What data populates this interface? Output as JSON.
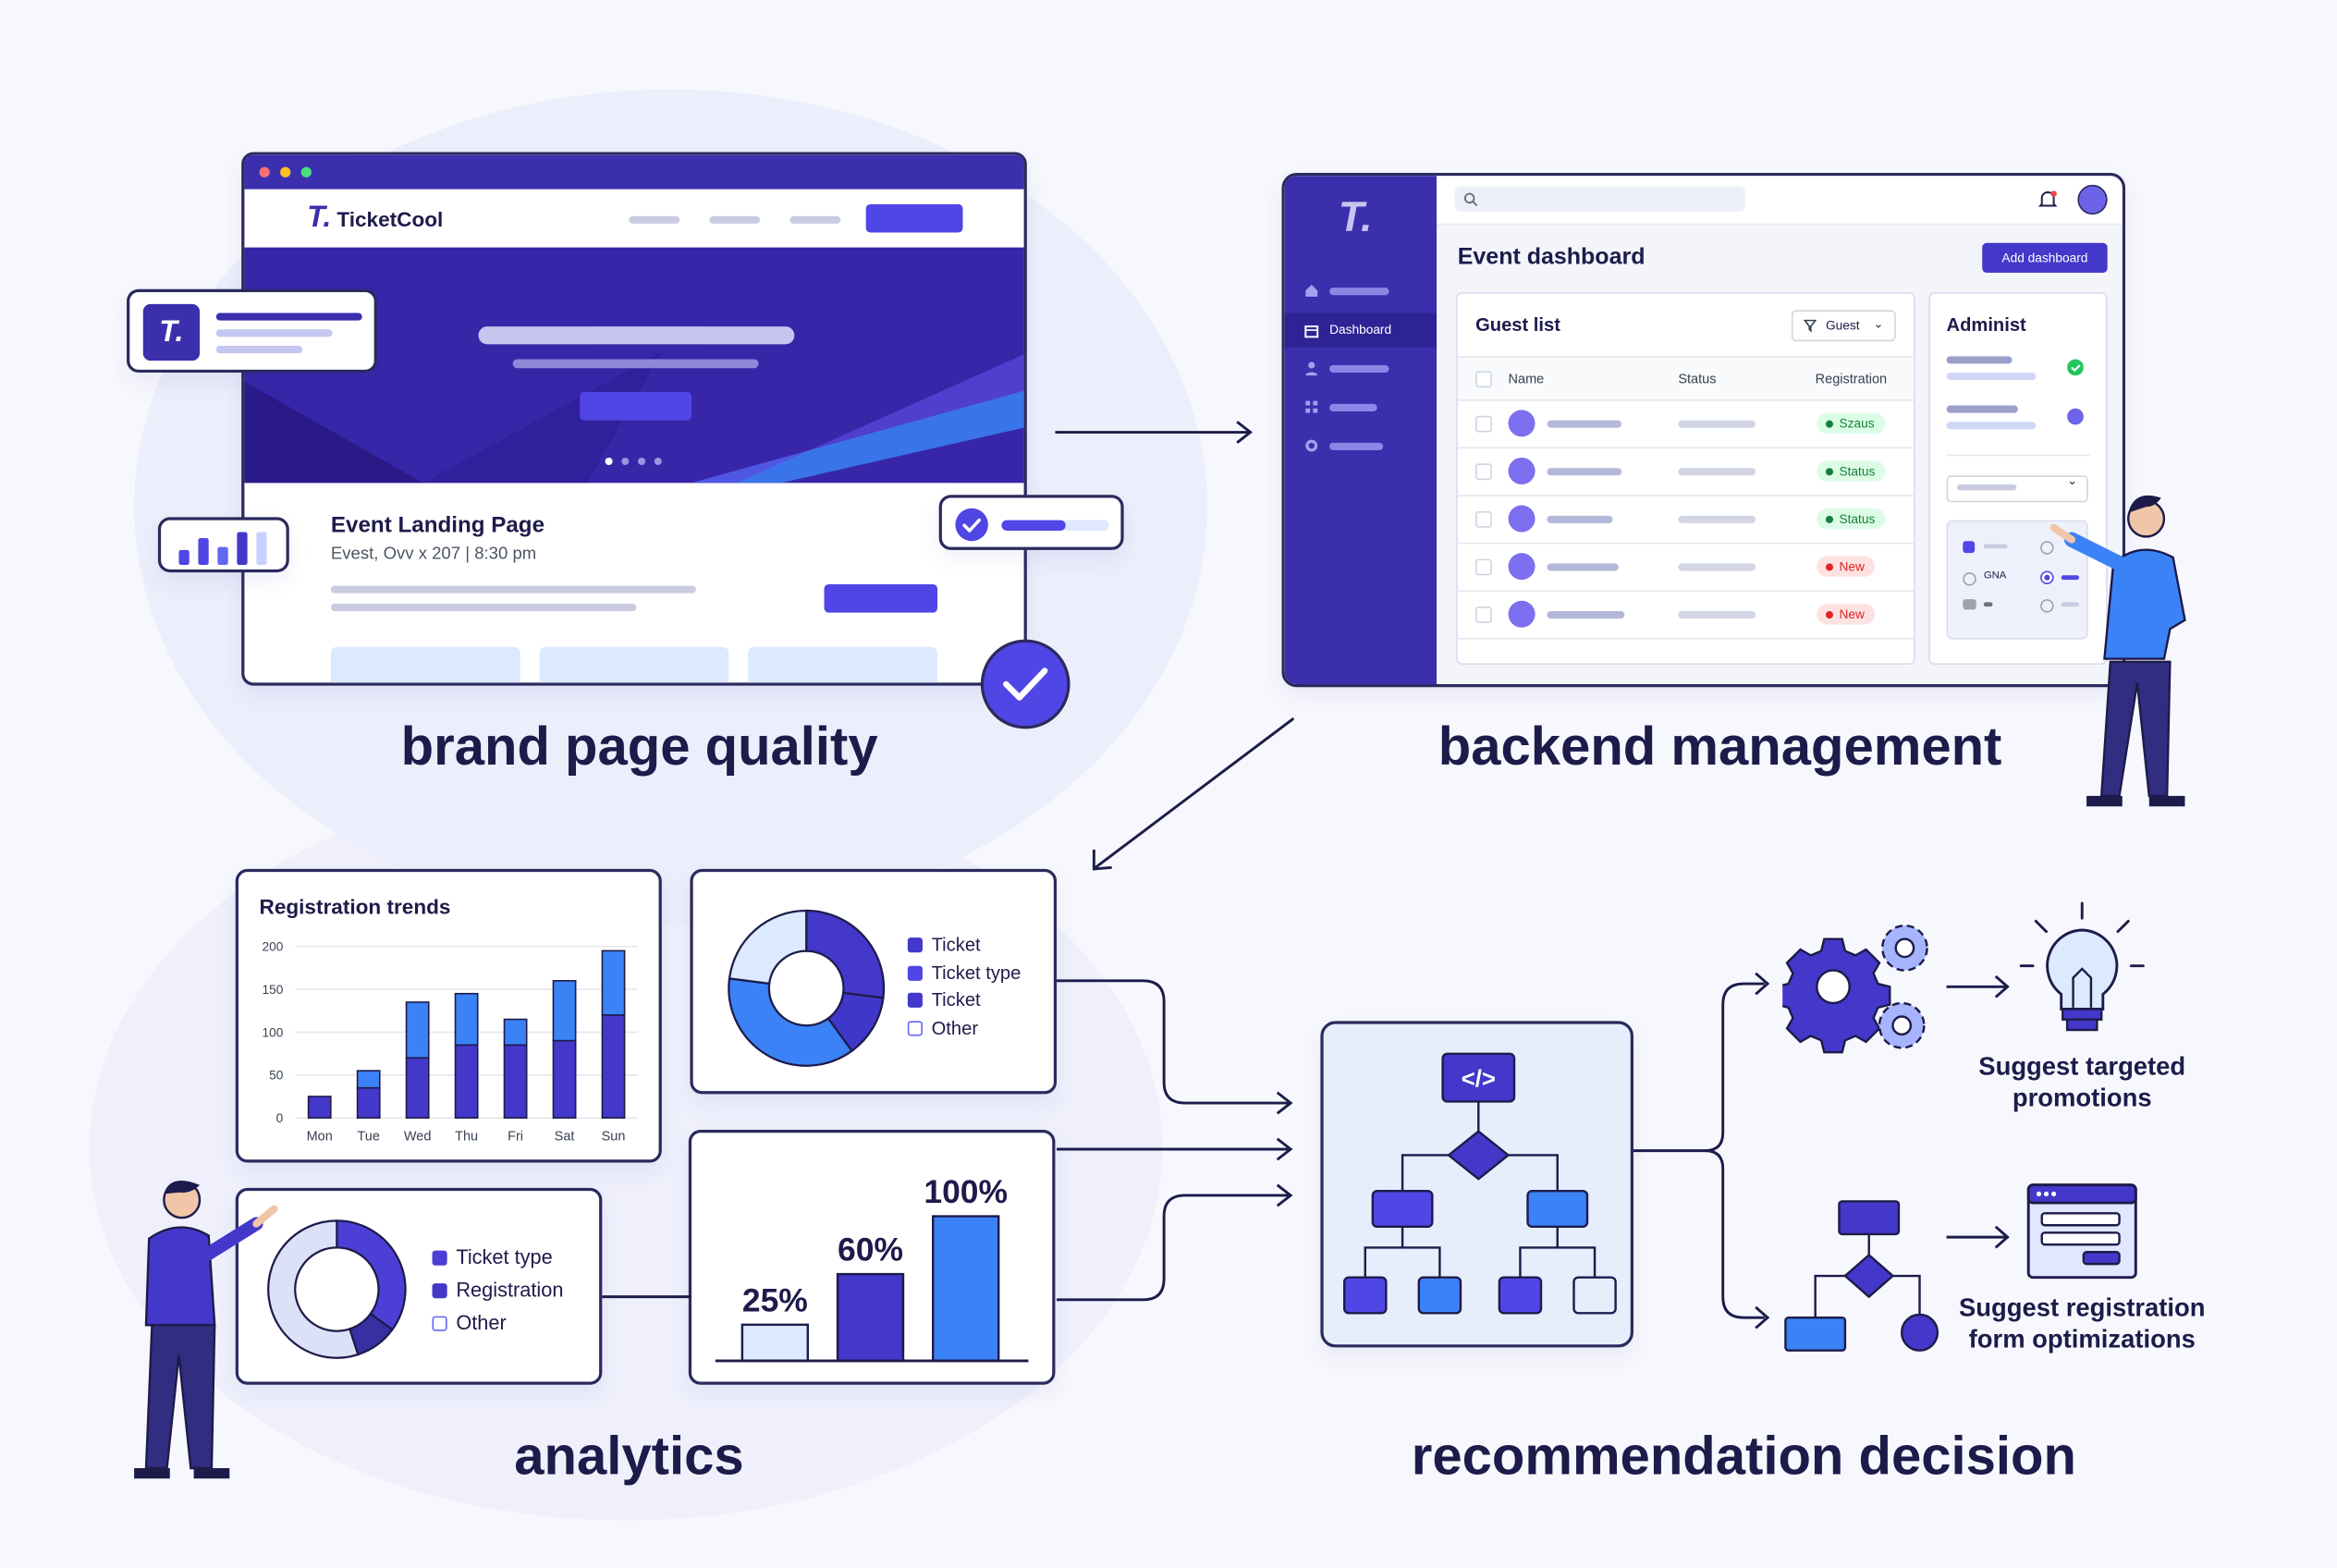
{
  "brand_section": {
    "title": "brand page quality",
    "logo_text": "TicketCool",
    "event_title": "Event Landing Page",
    "event_meta": "Evest, Ovv x 207",
    "event_time": "8:30 pm"
  },
  "backend_section": {
    "title": "backend management",
    "dashboard_title": "Event dashboard",
    "add_button": "Add dashboard",
    "sidebar_active": "Dashboard",
    "guest_list_title": "Guest list",
    "filter_label": "Guest",
    "columns": [
      "Name",
      "Status",
      "Registration"
    ],
    "rows": [
      {
        "badge": "Szaus",
        "tone": "green"
      },
      {
        "badge": "Status",
        "tone": "green"
      },
      {
        "badge": "Status",
        "tone": "green"
      },
      {
        "badge": "New",
        "tone": "red"
      },
      {
        "badge": "New",
        "tone": "red"
      }
    ],
    "admin_title": "Administ",
    "option_label": "GNA"
  },
  "analytics_section": {
    "title": "analytics",
    "trends_title": "Registration trends",
    "donut_legend_1": [
      "Ticket",
      "Ticket type",
      "Ticket",
      "Other"
    ],
    "donut_legend_2": [
      "Ticket type",
      "Registration",
      "Other"
    ]
  },
  "recommendation_section": {
    "title": "recommendation decision",
    "suggestion_1": "Suggest targeted promotions",
    "suggestion_2": "Suggest registration form optimizations"
  },
  "chart_data": [
    {
      "type": "bar",
      "title": "Registration trends",
      "categories": [
        "Mon",
        "Tue",
        "Wed",
        "Thu",
        "Fri",
        "Sat",
        "Sun"
      ],
      "series": [
        {
          "values": [
            25,
            35,
            70,
            85,
            85,
            90,
            120
          ]
        },
        {
          "values": [
            15,
            55,
            135,
            145,
            115,
            160,
            195
          ]
        }
      ],
      "yticks": [
        0,
        50,
        100,
        150,
        200
      ],
      "ylim": [
        0,
        200
      ],
      "grid": true
    },
    {
      "type": "pie",
      "labels": [
        "Ticket",
        "Ticket type",
        "Ticket",
        "Other"
      ],
      "values": [
        27,
        13,
        37,
        23
      ],
      "colors": [
        "#4338ca",
        "#3f37c9",
        "#3b82f6",
        "#dbeafe"
      ]
    },
    {
      "type": "pie",
      "labels": [
        "Ticket type",
        "Registration",
        "Other"
      ],
      "values": [
        35,
        10,
        55
      ],
      "colors": [
        "#4c3fd6",
        "#3730a3",
        "#dbe2f7"
      ]
    },
    {
      "type": "bar",
      "categories": [
        "",
        "",
        ""
      ],
      "values": [
        25,
        60,
        100
      ],
      "labels": [
        "25%",
        "60%",
        "100%"
      ]
    }
  ]
}
